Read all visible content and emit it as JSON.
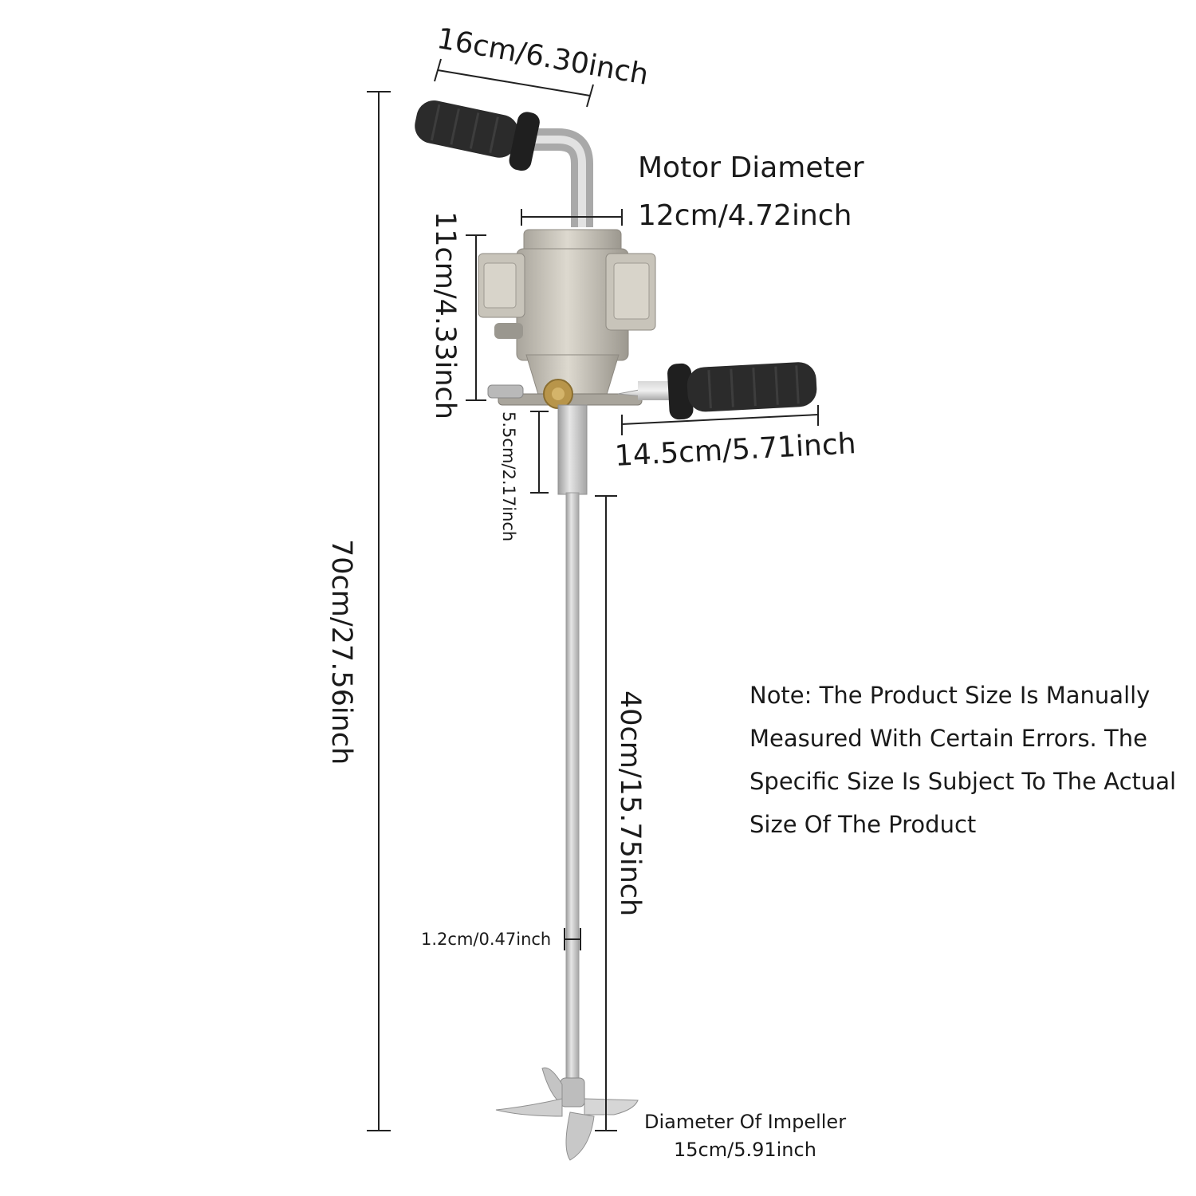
{
  "labels": {
    "top_handle": "16cm/6.30inch",
    "motor_title": "Motor Diameter",
    "motor_size": "12cm/4.72inch",
    "motor_height": "11cm/4.33inch",
    "side_handle": "14.5cm/5.71inch",
    "neck": "5.5cm/2.17inch",
    "total_height": "70cm/27.56inch",
    "shaft_length": "40cm/15.75inch",
    "shaft_diameter": "1.2cm/0.47inch",
    "impeller_title": "Diameter Of Impeller",
    "impeller_size": "15cm/5.91inch"
  },
  "note": {
    "lines": [
      "Note: The Product Size Is Manually",
      "Measured With Certain Errors. The",
      "Specific Size Is Subject To The Actual",
      "Size Of The Product"
    ]
  },
  "colors": {
    "grip": "#2b2b2b",
    "metal": "#c9c9c9",
    "metal_dark": "#9a9a9a",
    "brass": "#b8954a",
    "line": "#222222"
  }
}
